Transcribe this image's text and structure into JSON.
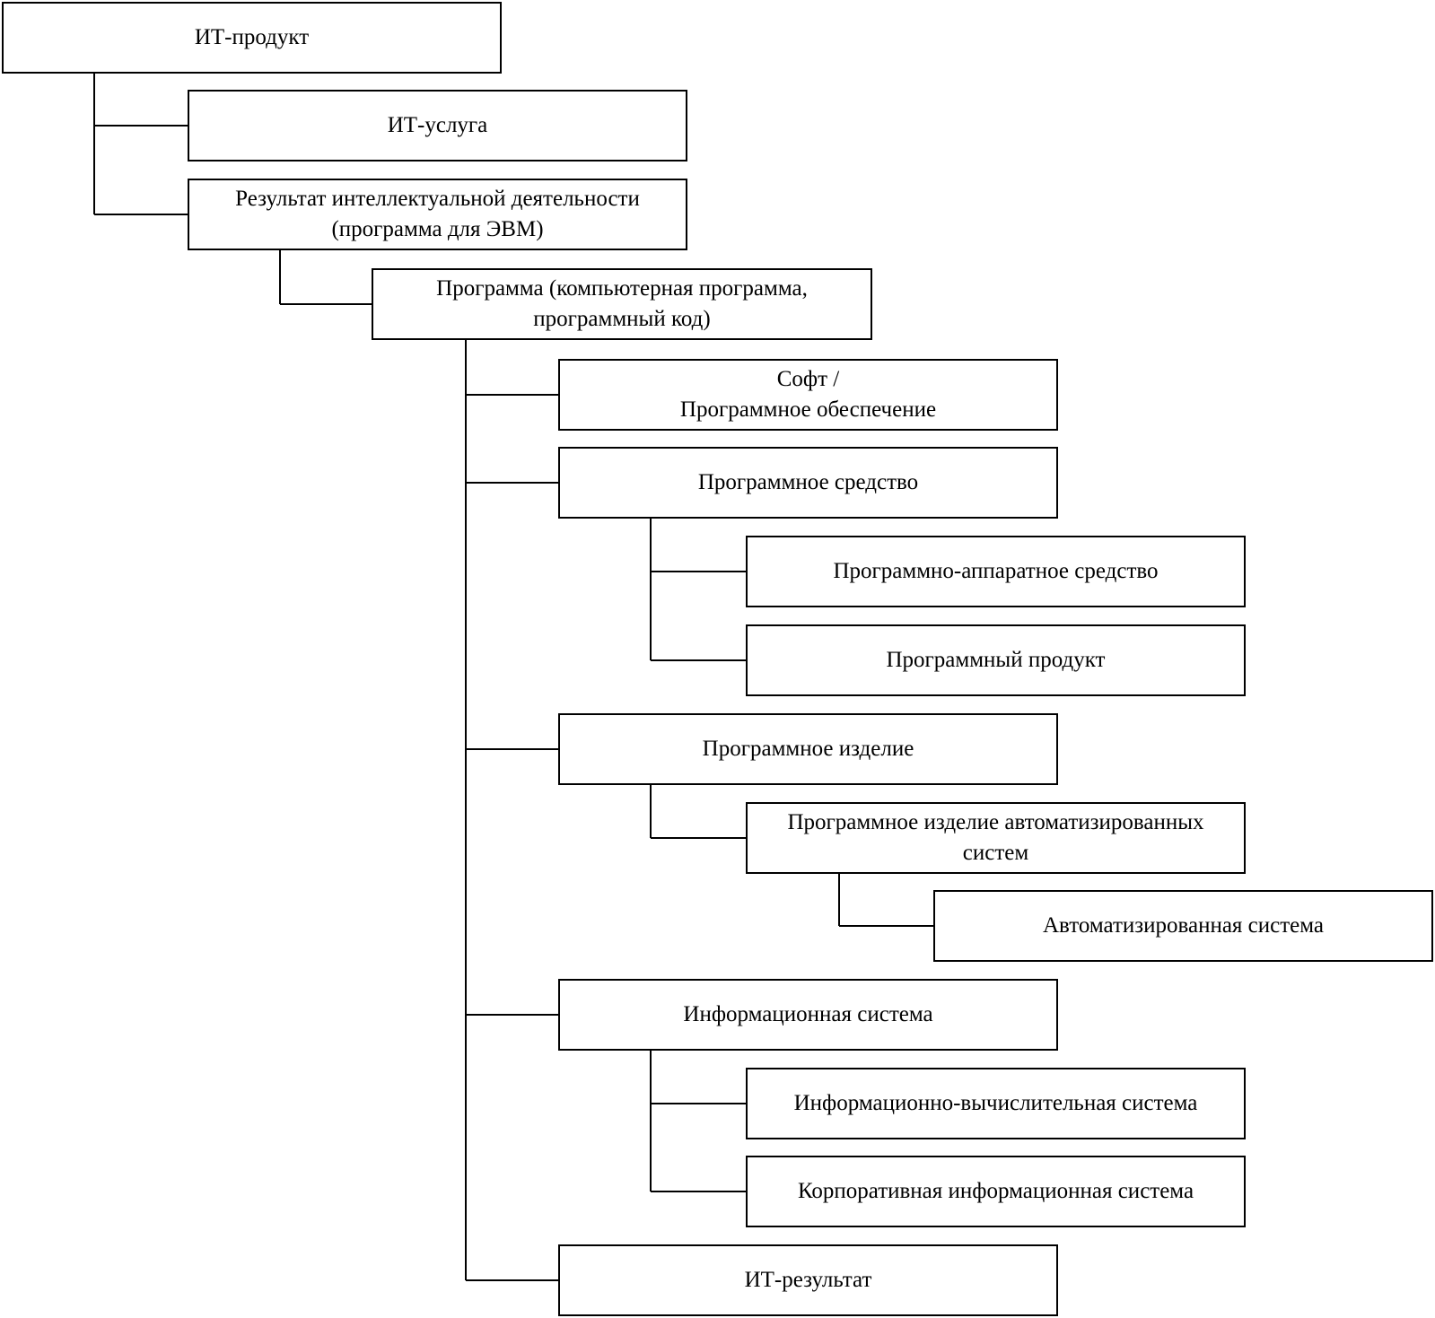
{
  "nodes": [
    {
      "id": "it-product",
      "lines": [
        "ИТ-продукт"
      ]
    },
    {
      "id": "it-service",
      "lines": [
        "ИТ-услуга"
      ]
    },
    {
      "id": "intellectual-result",
      "lines": [
        "Результат интеллектуальной деятельности",
        "(программа для ЭВМ)"
      ]
    },
    {
      "id": "program",
      "lines": [
        "Программа (компьютерная программа,",
        "программный код)"
      ]
    },
    {
      "id": "soft",
      "lines": [
        "Софт /",
        "Программное обеспечение"
      ]
    },
    {
      "id": "software-tool",
      "lines": [
        "Программное средство"
      ]
    },
    {
      "id": "hardware-software-tool",
      "lines": [
        "Программно-аппаратное средство"
      ]
    },
    {
      "id": "software-product",
      "lines": [
        "Программный продукт"
      ]
    },
    {
      "id": "software-item",
      "lines": [
        "Программное изделие"
      ]
    },
    {
      "id": "software-item-as",
      "lines": [
        "Программное изделие автоматизированных",
        "систем"
      ]
    },
    {
      "id": "automated-system",
      "lines": [
        "Автоматизированная система"
      ]
    },
    {
      "id": "information-system",
      "lines": [
        "Информационная система"
      ]
    },
    {
      "id": "info-computing-system",
      "lines": [
        "Информационно-вычислительная система"
      ]
    },
    {
      "id": "corporate-info-system",
      "lines": [
        "Корпоративная информационная система"
      ]
    },
    {
      "id": "it-result",
      "lines": [
        "ИТ-результат"
      ]
    }
  ],
  "edges": [
    {
      "from": "it-product",
      "to": "it-service"
    },
    {
      "from": "it-product",
      "to": "intellectual-result"
    },
    {
      "from": "intellectual-result",
      "to": "program"
    },
    {
      "from": "program",
      "to": "soft"
    },
    {
      "from": "program",
      "to": "software-tool"
    },
    {
      "from": "software-tool",
      "to": "hardware-software-tool"
    },
    {
      "from": "software-tool",
      "to": "software-product"
    },
    {
      "from": "program",
      "to": "software-item"
    },
    {
      "from": "software-item",
      "to": "software-item-as"
    },
    {
      "from": "software-item-as",
      "to": "automated-system"
    },
    {
      "from": "program",
      "to": "information-system"
    },
    {
      "from": "information-system",
      "to": "info-computing-system"
    },
    {
      "from": "information-system",
      "to": "corporate-info-system"
    },
    {
      "from": "program",
      "to": "it-result"
    }
  ],
  "colors": {
    "stroke": "#000000",
    "background": "#ffffff"
  }
}
